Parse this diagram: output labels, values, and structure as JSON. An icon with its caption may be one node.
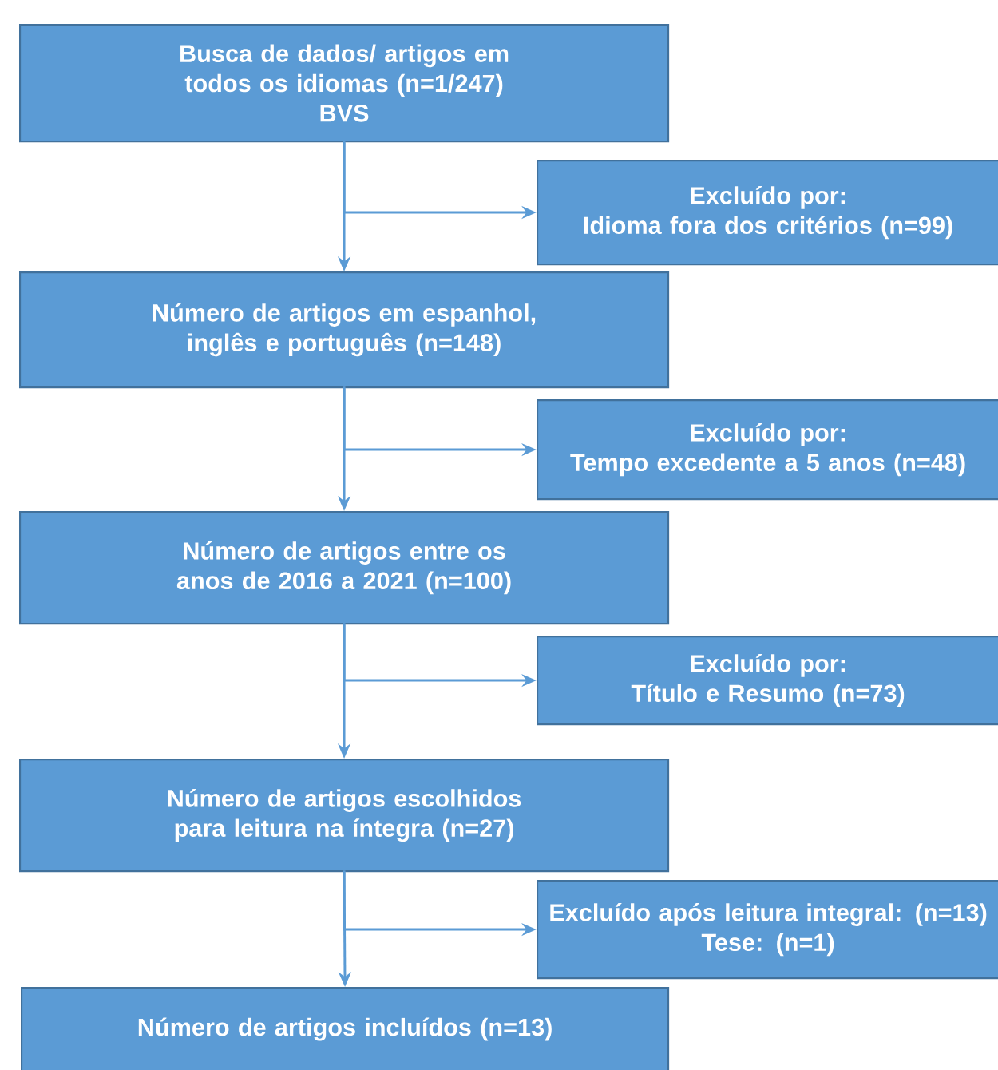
{
  "diagram": {
    "nodes": [
      {
        "text": [
          "Busca de dados/ artigos em todos os idiomas (n=1/247)",
          "BVS"
        ]
      },
      {
        "text": [
          "Excluído por:",
          "Idioma fora dos critérios (n=99)"
        ]
      },
      {
        "text": [
          "Número de artigos em espanhol, inglês e português (n=148)"
        ]
      },
      {
        "text": [
          "Excluído por:",
          "Tempo excedente a 5 anos (n=48)"
        ]
      },
      {
        "text": [
          "Número de artigos entre os anos de 2016 a 2021 (n=100)"
        ]
      },
      {
        "text": [
          "Excluído por:",
          "Título e Resumo (n=73)"
        ]
      },
      {
        "text": [
          "Número de artigos escolhidos para leitura na íntegra (n=27)"
        ]
      },
      {
        "text": [
          "Excluído após leitura integral: (n=13)",
          "Tese: (n=1)"
        ]
      },
      {
        "text": [
          "Número de artigos incluídos (n=13)"
        ]
      }
    ],
    "edges": [
      {
        "from": 0,
        "to": 2,
        "arrow": "to"
      },
      {
        "from": 0,
        "to": 1,
        "arrow": "to"
      },
      {
        "from": 2,
        "to": 4,
        "arrow": "to"
      },
      {
        "from": 2,
        "to": 3,
        "arrow": "to"
      },
      {
        "from": 4,
        "to": 6,
        "arrow": "to"
      },
      {
        "from": 4,
        "to": 5,
        "arrow": "to"
      },
      {
        "from": 6,
        "to": 8,
        "arrow": "to"
      },
      {
        "from": 6,
        "to": 7,
        "arrow": "to"
      }
    ]
  }
}
